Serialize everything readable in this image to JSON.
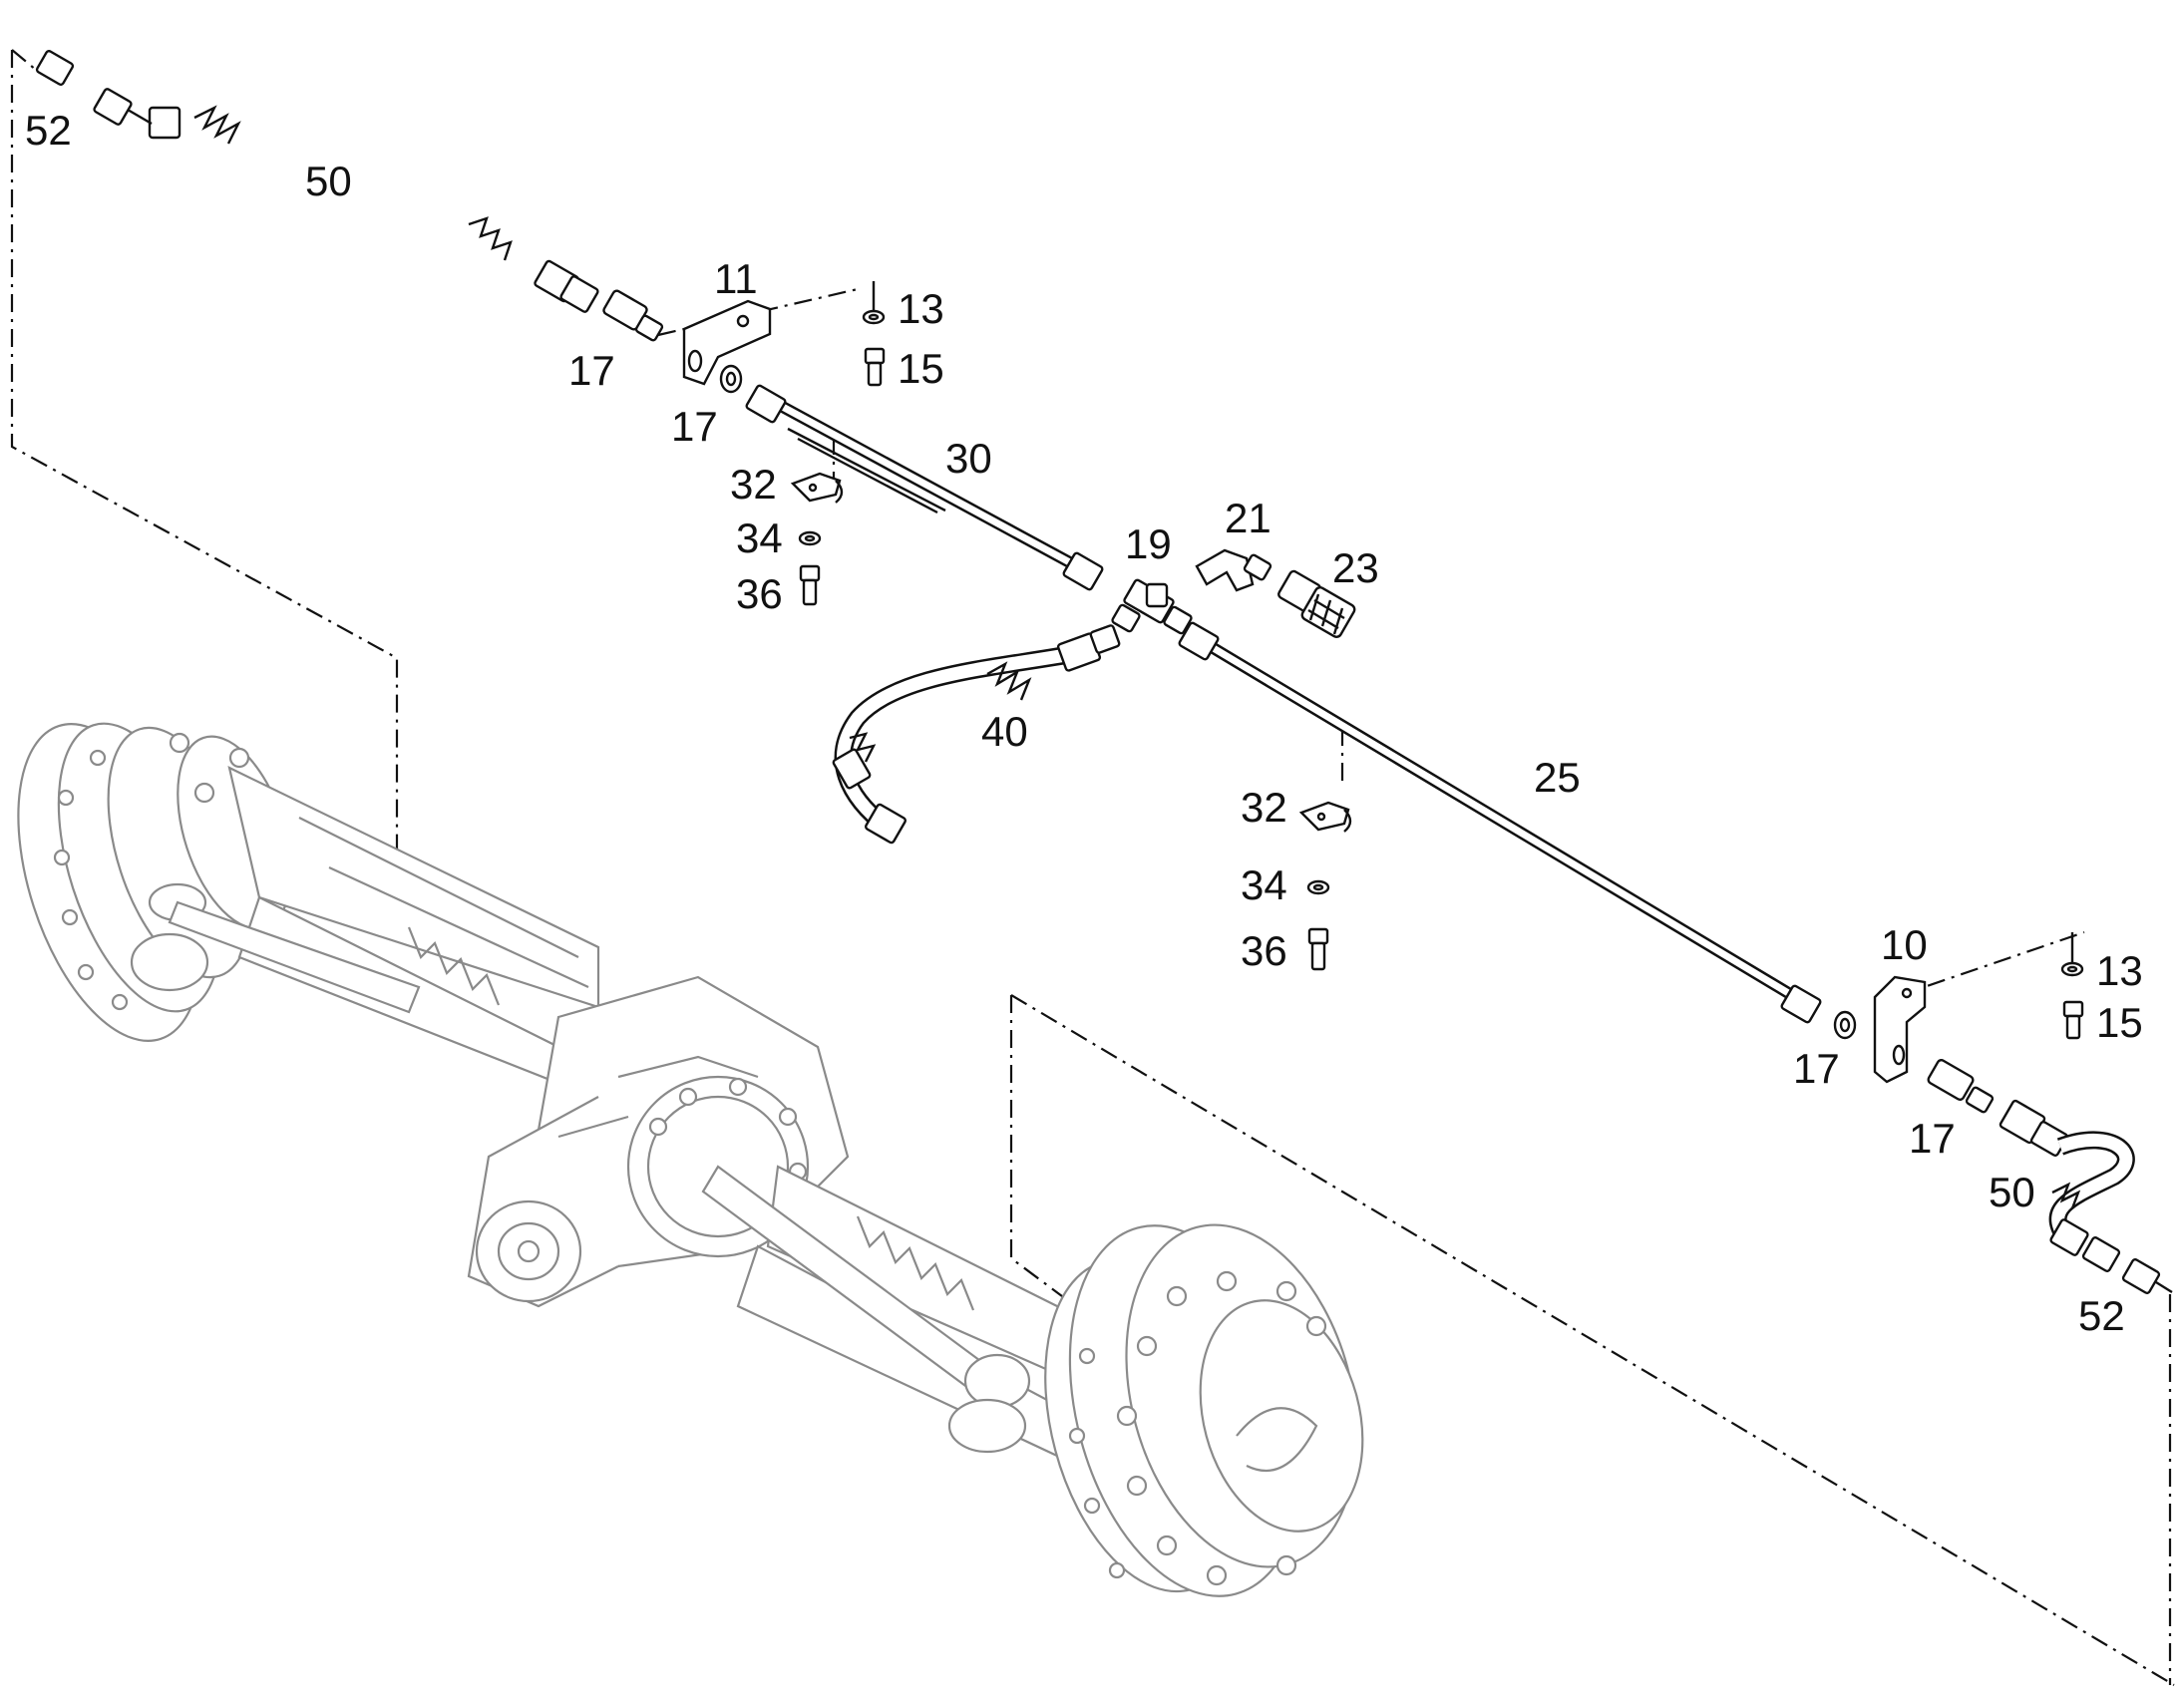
{
  "callouts": [
    {
      "id": "c52a",
      "text": "52"
    },
    {
      "id": "c50a",
      "text": "50"
    },
    {
      "id": "c17a",
      "text": "17"
    },
    {
      "id": "c11",
      "text": "11"
    },
    {
      "id": "c13a",
      "text": "13"
    },
    {
      "id": "c15a",
      "text": "15"
    },
    {
      "id": "c17b",
      "text": "17"
    },
    {
      "id": "c30",
      "text": "30"
    },
    {
      "id": "c32a",
      "text": "32"
    },
    {
      "id": "c34a",
      "text": "34"
    },
    {
      "id": "c36a",
      "text": "36"
    },
    {
      "id": "c19",
      "text": "19"
    },
    {
      "id": "c21",
      "text": "21"
    },
    {
      "id": "c23",
      "text": "23"
    },
    {
      "id": "c40",
      "text": "40"
    },
    {
      "id": "c25",
      "text": "25"
    },
    {
      "id": "c32b",
      "text": "32"
    },
    {
      "id": "c34b",
      "text": "34"
    },
    {
      "id": "c36b",
      "text": "36"
    },
    {
      "id": "c10",
      "text": "10"
    },
    {
      "id": "c13b",
      "text": "13"
    },
    {
      "id": "c15b",
      "text": "15"
    },
    {
      "id": "c17c",
      "text": "17"
    },
    {
      "id": "c17d",
      "text": "17"
    },
    {
      "id": "c50b",
      "text": "50"
    },
    {
      "id": "c52b",
      "text": "52"
    }
  ],
  "colors": {
    "ink": "#111111",
    "component_line": "#8a8a8a",
    "background": "#ffffff"
  }
}
